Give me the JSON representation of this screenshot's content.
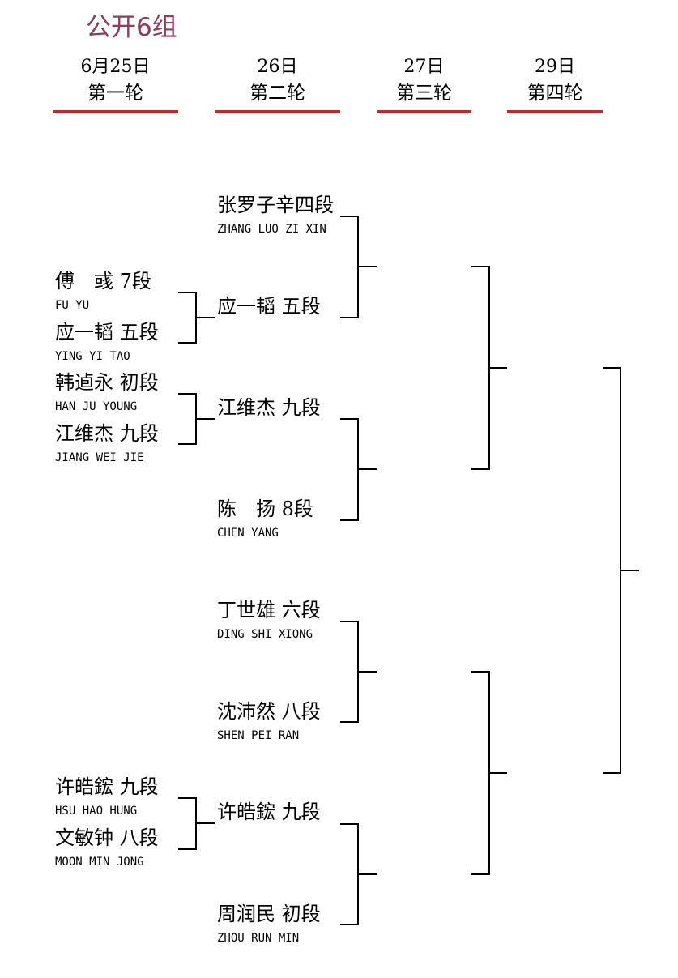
{
  "header": {
    "title": "公开6组"
  },
  "rounds": [
    {
      "date": "6月25日",
      "name": "第一轮"
    },
    {
      "date": "26日",
      "name": "第二轮"
    },
    {
      "date": "27日",
      "name": "第三轮"
    },
    {
      "date": "29日",
      "name": "第四轮"
    }
  ],
  "round1": [
    {
      "cn": "傅　彧 7段",
      "en": "FU YU"
    },
    {
      "cn": "应一韬 五段",
      "en": "YING YI TAO"
    },
    {
      "cn": "韩逌永 初段",
      "en": "HAN JU YOUNG"
    },
    {
      "cn": "江维杰 九段",
      "en": "JIANG WEI JIE"
    },
    {
      "cn": "许皓鋐 九段",
      "en": "HSU HAO HUNG"
    },
    {
      "cn": "文敏钟 八段",
      "en": "MOON MIN JONG"
    }
  ],
  "round2": [
    {
      "cn": "张罗子辛四段",
      "en": "ZHANG LUO ZI XIN"
    },
    {
      "cn": "应一韬 五段",
      "en": ""
    },
    {
      "cn": "江维杰 九段",
      "en": ""
    },
    {
      "cn": "陈　扬 8段",
      "en": "CHEN YANG"
    },
    {
      "cn": "丁世雄 六段",
      "en": "DING SHI XIONG"
    },
    {
      "cn": "沈沛然 八段",
      "en": "SHEN PEI RAN"
    },
    {
      "cn": "许皓鋐 九段",
      "en": ""
    },
    {
      "cn": "周润民 初段",
      "en": "ZHOU RUN MIN"
    }
  ]
}
